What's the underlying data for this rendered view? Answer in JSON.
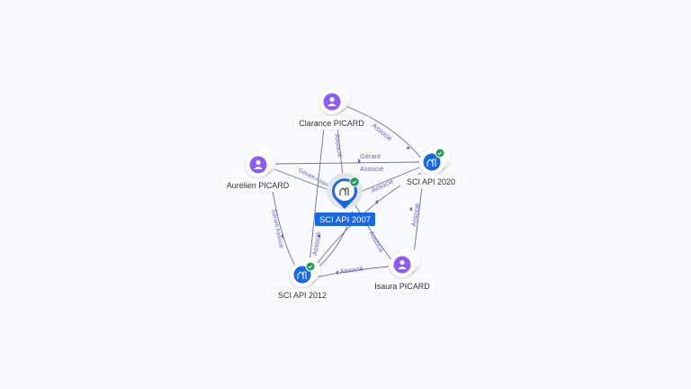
{
  "nodes": {
    "clarance": {
      "label": "Clarance PICARD",
      "type": "person"
    },
    "aurelien": {
      "label": "Aurélien PICARD",
      "type": "person"
    },
    "isaura": {
      "label": "Isaura PICARD",
      "type": "person"
    },
    "sci2007": {
      "label": "SCI API 2007",
      "type": "company",
      "verified": true,
      "selected": true
    },
    "sci2020": {
      "label": "SCI API 2020",
      "type": "company",
      "verified": true
    },
    "sci2012": {
      "label": "SCI API 2012",
      "type": "company",
      "verified": true
    }
  },
  "edges": [
    {
      "from": "clarance",
      "to": "sci2020",
      "label": "Associé"
    },
    {
      "from": "clarance",
      "to": "sci2007",
      "label": "Associé"
    },
    {
      "from": "clarance",
      "to": "sci2012",
      "label": ""
    },
    {
      "from": "aurelien",
      "to": "sci2020",
      "label": "Gérant Associé"
    },
    {
      "from": "aurelien",
      "to": "sci2007",
      "label": "Gérant Associé"
    },
    {
      "from": "aurelien",
      "to": "sci2012",
      "label": "Gérant Associé"
    },
    {
      "from": "sci2020",
      "to": "sci2007",
      "label": "Associé"
    },
    {
      "from": "sci2020",
      "to": "sci2012",
      "label": "Associé"
    },
    {
      "from": "isaura",
      "to": "sci2007",
      "label": "Associé"
    },
    {
      "from": "isaura",
      "to": "sci2020",
      "label": "Associé"
    },
    {
      "from": "isaura",
      "to": "sci2012",
      "label": "Associé"
    }
  ],
  "edge_text": {
    "associe": "Associé",
    "gerant": "Gérant",
    "associe2": "Associé"
  },
  "colors": {
    "person": "#8b5cf6",
    "company": "#1767e6",
    "verified": "#1f9d55",
    "edge_label": "#6a5fd1"
  }
}
